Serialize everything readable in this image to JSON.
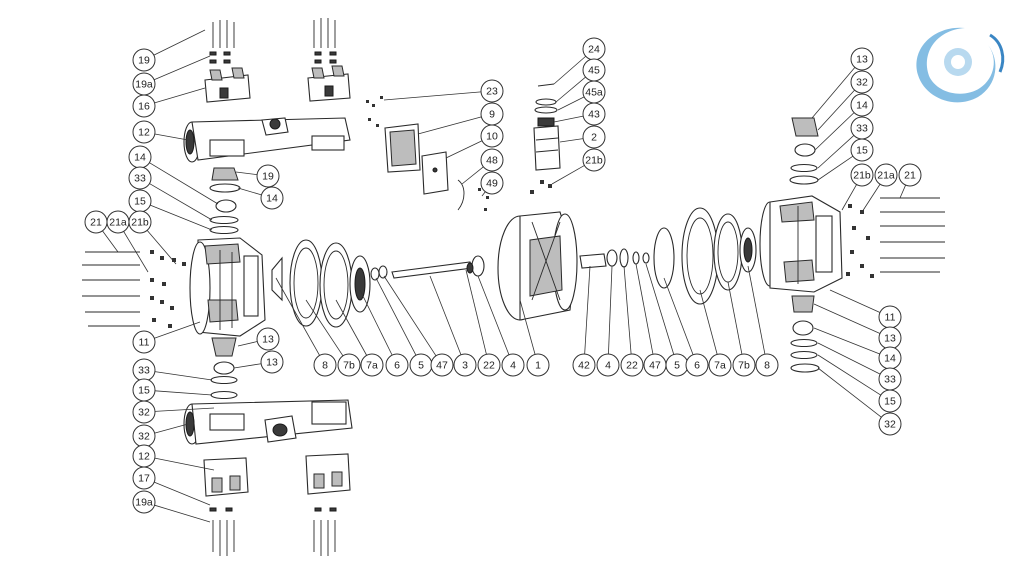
{
  "diagram": {
    "brand_colors": {
      "logo_light": "#b8d9ef",
      "logo_mid": "#6fb2de",
      "logo_dark": "#3a86c4"
    },
    "labels_left_column": [
      "19",
      "19a",
      "16",
      "12",
      "14",
      "33",
      "15",
      "21",
      "21a",
      "21b",
      "11",
      "13",
      "32",
      "33",
      "15",
      "32",
      "12",
      "17",
      "19a",
      "19",
      "13",
      "14"
    ],
    "labels_center_row": [
      "8",
      "7b",
      "7a",
      "6",
      "5",
      "47",
      "3",
      "22",
      "4",
      "1",
      "42",
      "4",
      "22",
      "47",
      "5",
      "6",
      "7a",
      "7b",
      "8"
    ],
    "labels_top_center": [
      "23",
      "9",
      "10",
      "48",
      "49",
      "24",
      "45",
      "45a",
      "43",
      "2",
      "21b"
    ],
    "labels_right_column": [
      "13",
      "32",
      "14",
      "33",
      "15",
      "21b",
      "21a",
      "21",
      "11",
      "13",
      "14",
      "33",
      "15",
      "32"
    ]
  }
}
